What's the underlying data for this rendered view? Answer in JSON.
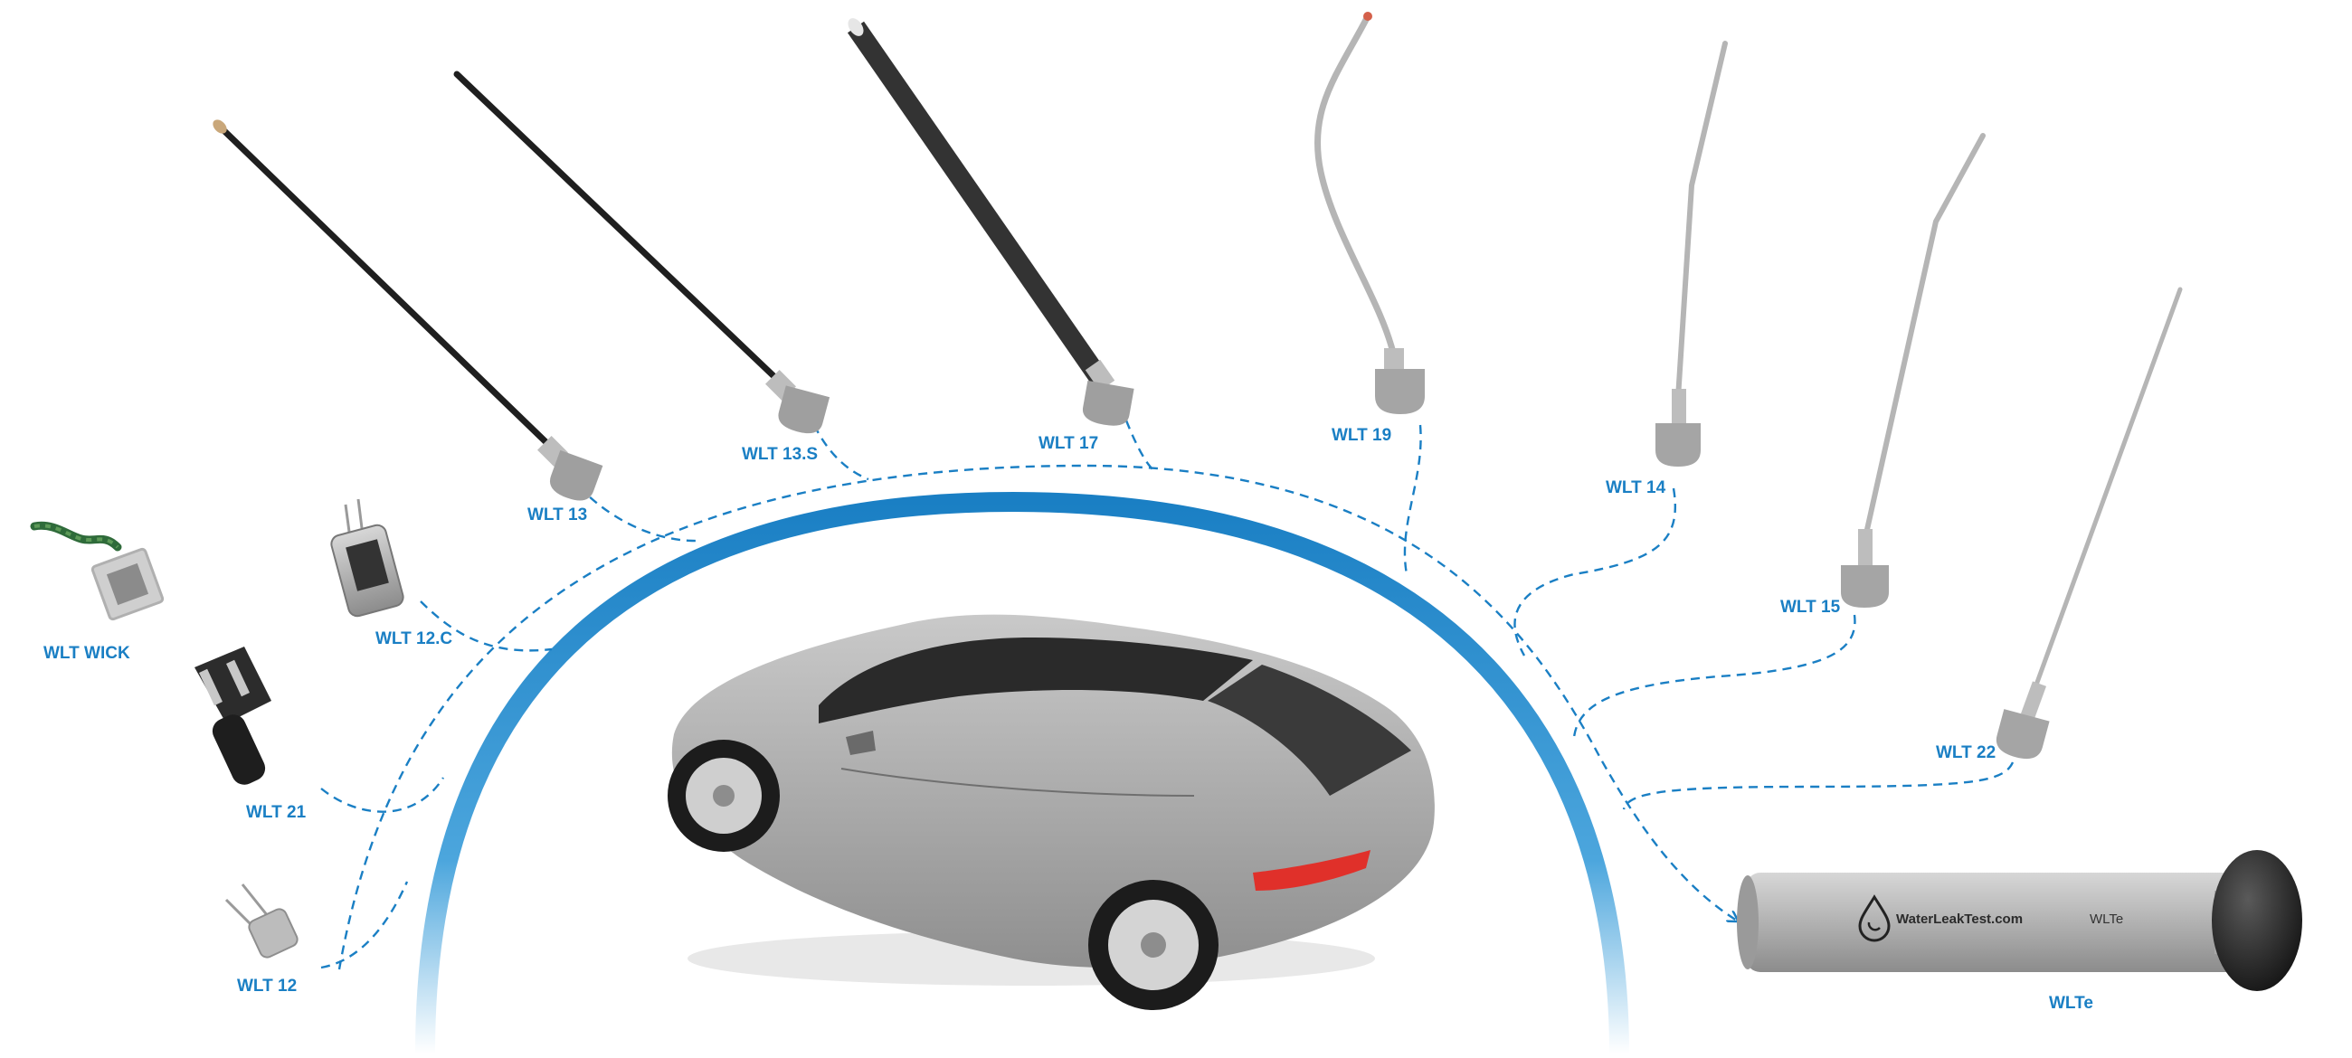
{
  "colors": {
    "label": "#1a7fc4",
    "arc": "#1a7fc4",
    "dashed_path": "#1a7fc4",
    "car_body": "#9a9a9a",
    "tail_light": "#e0302a",
    "probe_rod_dark": "#222222",
    "probe_rod_silver": "#b8b8b8"
  },
  "probes": {
    "wlt_wick": "WLT WICK",
    "wlt_21": "WLT 21",
    "wlt_12": "WLT 12",
    "wlt_12c": "WLT 12.C",
    "wlt_13": "WLT 13",
    "wlt_13s": "WLT 13.S",
    "wlt_17": "WLT 17",
    "wlt_19": "WLT 19",
    "wlt_14": "WLT 14",
    "wlt_15": "WLT 15",
    "wlt_22": "WLT 22"
  },
  "device": {
    "label": "WLTe",
    "brand_text": "WaterLeakTest.com",
    "model_text": "WLTe",
    "brand_icon": "water-drop-icon"
  }
}
